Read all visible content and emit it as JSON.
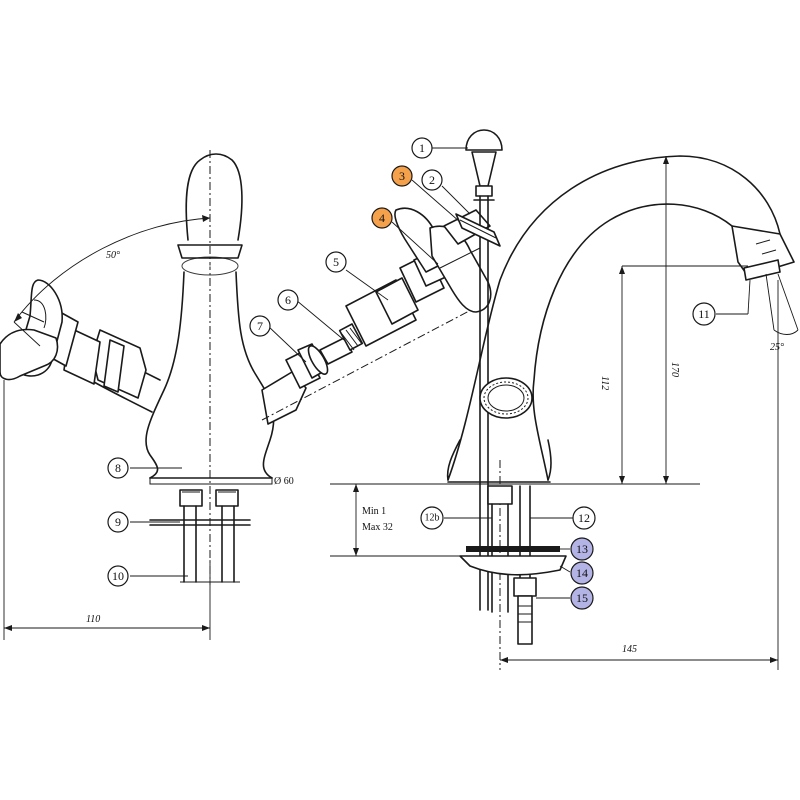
{
  "callouts": [
    {
      "id": "1",
      "label": "1",
      "color": "#ffffff"
    },
    {
      "id": "2",
      "label": "2",
      "color": "#ffffff"
    },
    {
      "id": "3",
      "label": "3",
      "color": "#f5a04a"
    },
    {
      "id": "4",
      "label": "4",
      "color": "#f5a04a"
    },
    {
      "id": "5",
      "label": "5",
      "color": "#ffffff"
    },
    {
      "id": "6",
      "label": "6",
      "color": "#ffffff"
    },
    {
      "id": "7",
      "label": "7",
      "color": "#ffffff"
    },
    {
      "id": "8",
      "label": "8",
      "color": "#ffffff"
    },
    {
      "id": "9",
      "label": "9",
      "color": "#ffffff"
    },
    {
      "id": "10",
      "label": "10",
      "color": "#ffffff"
    },
    {
      "id": "11",
      "label": "11",
      "color": "#ffffff"
    },
    {
      "id": "12",
      "label": "12",
      "color": "#ffffff"
    },
    {
      "id": "12b",
      "label": "12b",
      "color": "#ffffff"
    },
    {
      "id": "13",
      "label": "13",
      "color": "#b3b3e6"
    },
    {
      "id": "14",
      "label": "14",
      "color": "#b3b3e6"
    },
    {
      "id": "15",
      "label": "15",
      "color": "#b3b3e6"
    }
  ],
  "dimensions": {
    "angle_handle": "50°",
    "diameter": "Ø 60",
    "width_left": "110",
    "height_spout": "112",
    "height_total": "170",
    "angle_spout": "25°",
    "depth_right": "145",
    "deck_min": "Min 1",
    "deck_max": "Max 32"
  },
  "colors": {
    "accent_orange": "#f5a04a",
    "accent_lavender": "#b3b3e6",
    "line": "#1a1a1a"
  }
}
